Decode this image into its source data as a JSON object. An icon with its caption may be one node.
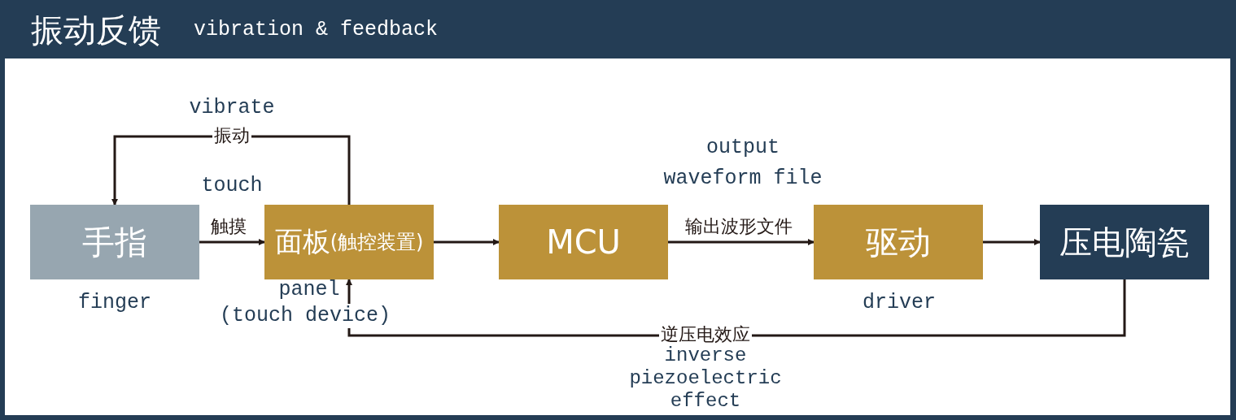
{
  "diagram": {
    "title": "振动反馈",
    "nodes": [
      {
        "text": [
          "手指"
        ],
        "beside": [
          "finger"
        ]
      },
      {
        "text": [
          "面板",
          "(触控装置)"
        ],
        "beside": [
          "panel",
          "(touch device)"
        ]
      },
      {
        "text": [
          "MCU"
        ]
      },
      {
        "text": [
          "驱动"
        ],
        "beside": [
          "driver"
        ]
      },
      {
        "text": [
          "压电陶瓷"
        ]
      }
    ],
    "edges": [
      {
        "from": 1,
        "to": 0,
        "arrow": "to",
        "label": "振动"
      },
      {
        "from": 0,
        "to": 1,
        "arrow": "to",
        "label": "触摸"
      },
      {
        "from": 1,
        "to": 2,
        "arrow": "to"
      },
      {
        "from": 2,
        "to": 3,
        "arrow": "to",
        "label": "输出波形文件"
      },
      {
        "from": 3,
        "to": 4,
        "arrow": "to"
      },
      {
        "from": 4,
        "to": 1,
        "arrow": "to",
        "label": "逆压电效应"
      }
    ],
    "labels": [
      "vibration & feedback",
      "vibrate",
      "touch",
      "output waveform file",
      "inverse piezoelectric effect"
    ]
  }
}
